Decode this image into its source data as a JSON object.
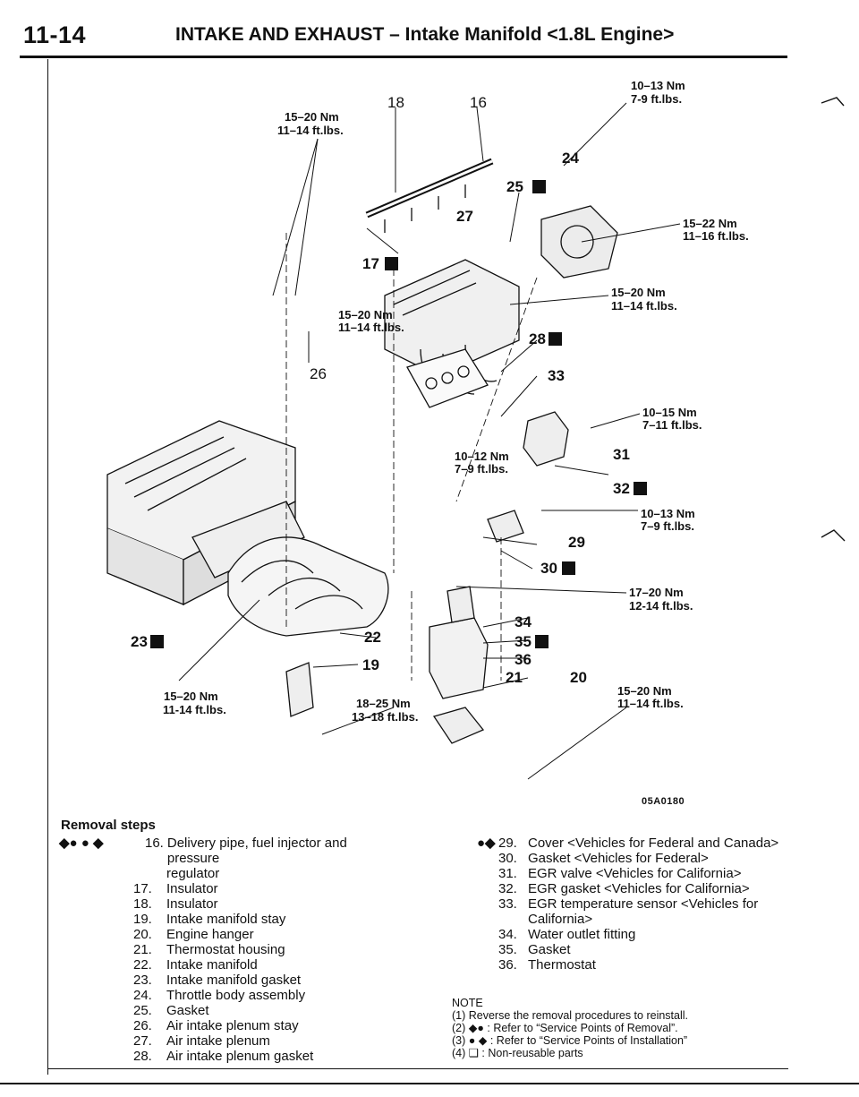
{
  "header": {
    "page_number": "11-14",
    "title": "INTAKE AND EXHAUST – Intake Manifold <1.8L Engine>"
  },
  "diagram": {
    "figure_code": "05A0180",
    "top_labels": {
      "l18": "18",
      "l16": "16"
    },
    "callouts": [
      {
        "num": "24"
      },
      {
        "num": "25"
      },
      {
        "num": "27"
      },
      {
        "num": "17"
      },
      {
        "num": "26"
      },
      {
        "num": "28"
      },
      {
        "num": "33"
      },
      {
        "num": "31"
      },
      {
        "num": "32"
      },
      {
        "num": "29"
      },
      {
        "num": "30"
      },
      {
        "num": "34"
      },
      {
        "num": "35"
      },
      {
        "num": "36"
      },
      {
        "num": "21"
      },
      {
        "num": "20"
      },
      {
        "num": "22"
      },
      {
        "num": "19"
      },
      {
        "num": "23"
      }
    ],
    "torques": [
      {
        "nm": "10–13 Nm",
        "ftlb": "7-9 ft.lbs."
      },
      {
        "nm": "15–20 Nm",
        "ftlb": "11–14 ft.lbs."
      },
      {
        "nm": "15–22 Nm",
        "ftlb": "11–16 ft.lbs."
      },
      {
        "nm": "15–20 Nm",
        "ftlb": "11–14 ft.lbs."
      },
      {
        "nm": "15–20 Nm",
        "ftlb": "11–14 ft.lbs."
      },
      {
        "nm": "10–15 Nm",
        "ftlb": "7–11 ft.lbs."
      },
      {
        "nm": "10–12 Nm",
        "ftlb": "7–9 ft.lbs."
      },
      {
        "nm": "10–13 Nm",
        "ftlb": "7–9 ft.lbs."
      },
      {
        "nm": "17–20 Nm",
        "ftlb": "12-14 ft.lbs."
      },
      {
        "nm": "15–20 Nm",
        "ftlb": "11–14 ft.lbs."
      },
      {
        "nm": "15–20 Nm",
        "ftlb": "11-14 ft.lbs."
      },
      {
        "nm": "18–25 Nm",
        "ftlb": "13–18 ft.lbs."
      }
    ]
  },
  "removal_steps": {
    "title": "Removal steps",
    "col1": [
      {
        "mark": "◆● ● ◆",
        "num": "16.",
        "text": "Delivery pipe, fuel injector and pressure"
      },
      {
        "mark": "",
        "num": "",
        "text": "regulator",
        "cont": true
      },
      {
        "mark": "",
        "num": "17.",
        "text": "Insulator"
      },
      {
        "mark": "",
        "num": "18.",
        "text": "Insulator"
      },
      {
        "mark": "",
        "num": "19.",
        "text": "Intake manifold stay"
      },
      {
        "mark": "",
        "num": "20.",
        "text": "Engine hanger"
      },
      {
        "mark": "",
        "num": "21.",
        "text": "Thermostat housing"
      },
      {
        "mark": "",
        "num": "22.",
        "text": "Intake manifold"
      },
      {
        "mark": "",
        "num": "23.",
        "text": "Intake manifold gasket"
      },
      {
        "mark": "",
        "num": "24.",
        "text": "Throttle body assembly"
      },
      {
        "mark": "",
        "num": "25.",
        "text": "Gasket"
      },
      {
        "mark": "",
        "num": "26.",
        "text": "Air intake plenum stay"
      },
      {
        "mark": "",
        "num": "27.",
        "text": "Air intake plenum"
      },
      {
        "mark": "",
        "num": "28.",
        "text": "Air intake plenum gasket"
      }
    ],
    "col2": [
      {
        "mark": "●◆",
        "num": "29.",
        "text": "Cover <Vehicles for Federal and Canada>"
      },
      {
        "mark": "",
        "num": "30.",
        "text": "Gasket <Vehicles for Federal>"
      },
      {
        "mark": "",
        "num": "31.",
        "text": "EGR valve <Vehicles for California>"
      },
      {
        "mark": "",
        "num": "32.",
        "text": "EGR gasket <Vehicles for California>"
      },
      {
        "mark": "",
        "num": "33.",
        "text": "EGR temperature sensor <Vehicles for"
      },
      {
        "mark": "",
        "num": "",
        "text": "California>",
        "cont": true
      },
      {
        "mark": "",
        "num": "34.",
        "text": "Water outlet fitting"
      },
      {
        "mark": "",
        "num": "35.",
        "text": "Gasket"
      },
      {
        "mark": "",
        "num": "36.",
        "text": "Thermostat"
      }
    ]
  },
  "note": {
    "title": "NOTE",
    "lines": [
      "(1) Reverse the removal procedures to reinstall.",
      "(2) ◆● : Refer to “Service Points of Removal”.",
      "(3) ●  ◆ : Refer to “Service Points of Installation”",
      "(4) ❑    : Non-reusable parts"
    ]
  }
}
